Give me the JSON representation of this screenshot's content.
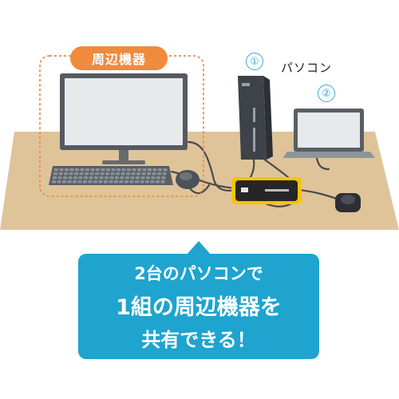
{
  "labels": {
    "peripherals": "周辺機器",
    "pc": "パソコン",
    "pc1_number": "①",
    "pc2_number": "②"
  },
  "callout": {
    "line1": "2台のパソコンで",
    "line2": "1組の周辺機器を",
    "line3": "共有できる！"
  },
  "colors": {
    "accent_orange": "#f08a3c",
    "accent_blue": "#1ea4cf",
    "desk": "#dfc49a"
  }
}
